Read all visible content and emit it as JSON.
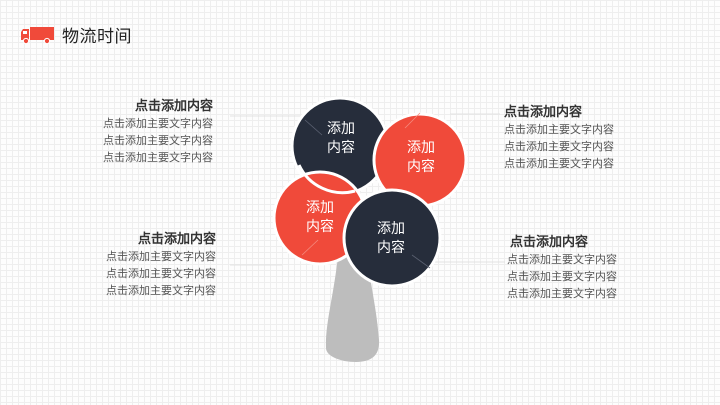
{
  "header": {
    "icon": "truck-icon",
    "title": "物流时间",
    "accent": "#f04a3a"
  },
  "colors": {
    "dark": "#262d3b",
    "red": "#f04a3a",
    "trunk": "#bdbdbd"
  },
  "circles": [
    {
      "line1": "添加",
      "line2": "内容",
      "color": "dark"
    },
    {
      "line1": "添加",
      "line2": "内容",
      "color": "red"
    },
    {
      "line1": "添加",
      "line2": "内容",
      "color": "red"
    },
    {
      "line1": "添加",
      "line2": "内容",
      "color": "dark"
    }
  ],
  "blocks": [
    {
      "heading": "点击添加内容",
      "lines": [
        "点击添加主要文字内容",
        "点击添加主要文字内容",
        "点击添加主要文字内容"
      ]
    },
    {
      "heading": "点击添加内容",
      "lines": [
        "点击添加主要文字内容",
        "点击添加主要文字内容",
        "点击添加主要文字内容"
      ]
    },
    {
      "heading": "点击添加内容",
      "lines": [
        "点击添加主要文字内容",
        "点击添加主要文字内容",
        "点击添加主要文字内容"
      ]
    },
    {
      "heading": "点击添加内容",
      "lines": [
        "点击添加主要文字内容",
        "点击添加主要文字内容",
        "点击添加主要文字内容"
      ]
    }
  ]
}
